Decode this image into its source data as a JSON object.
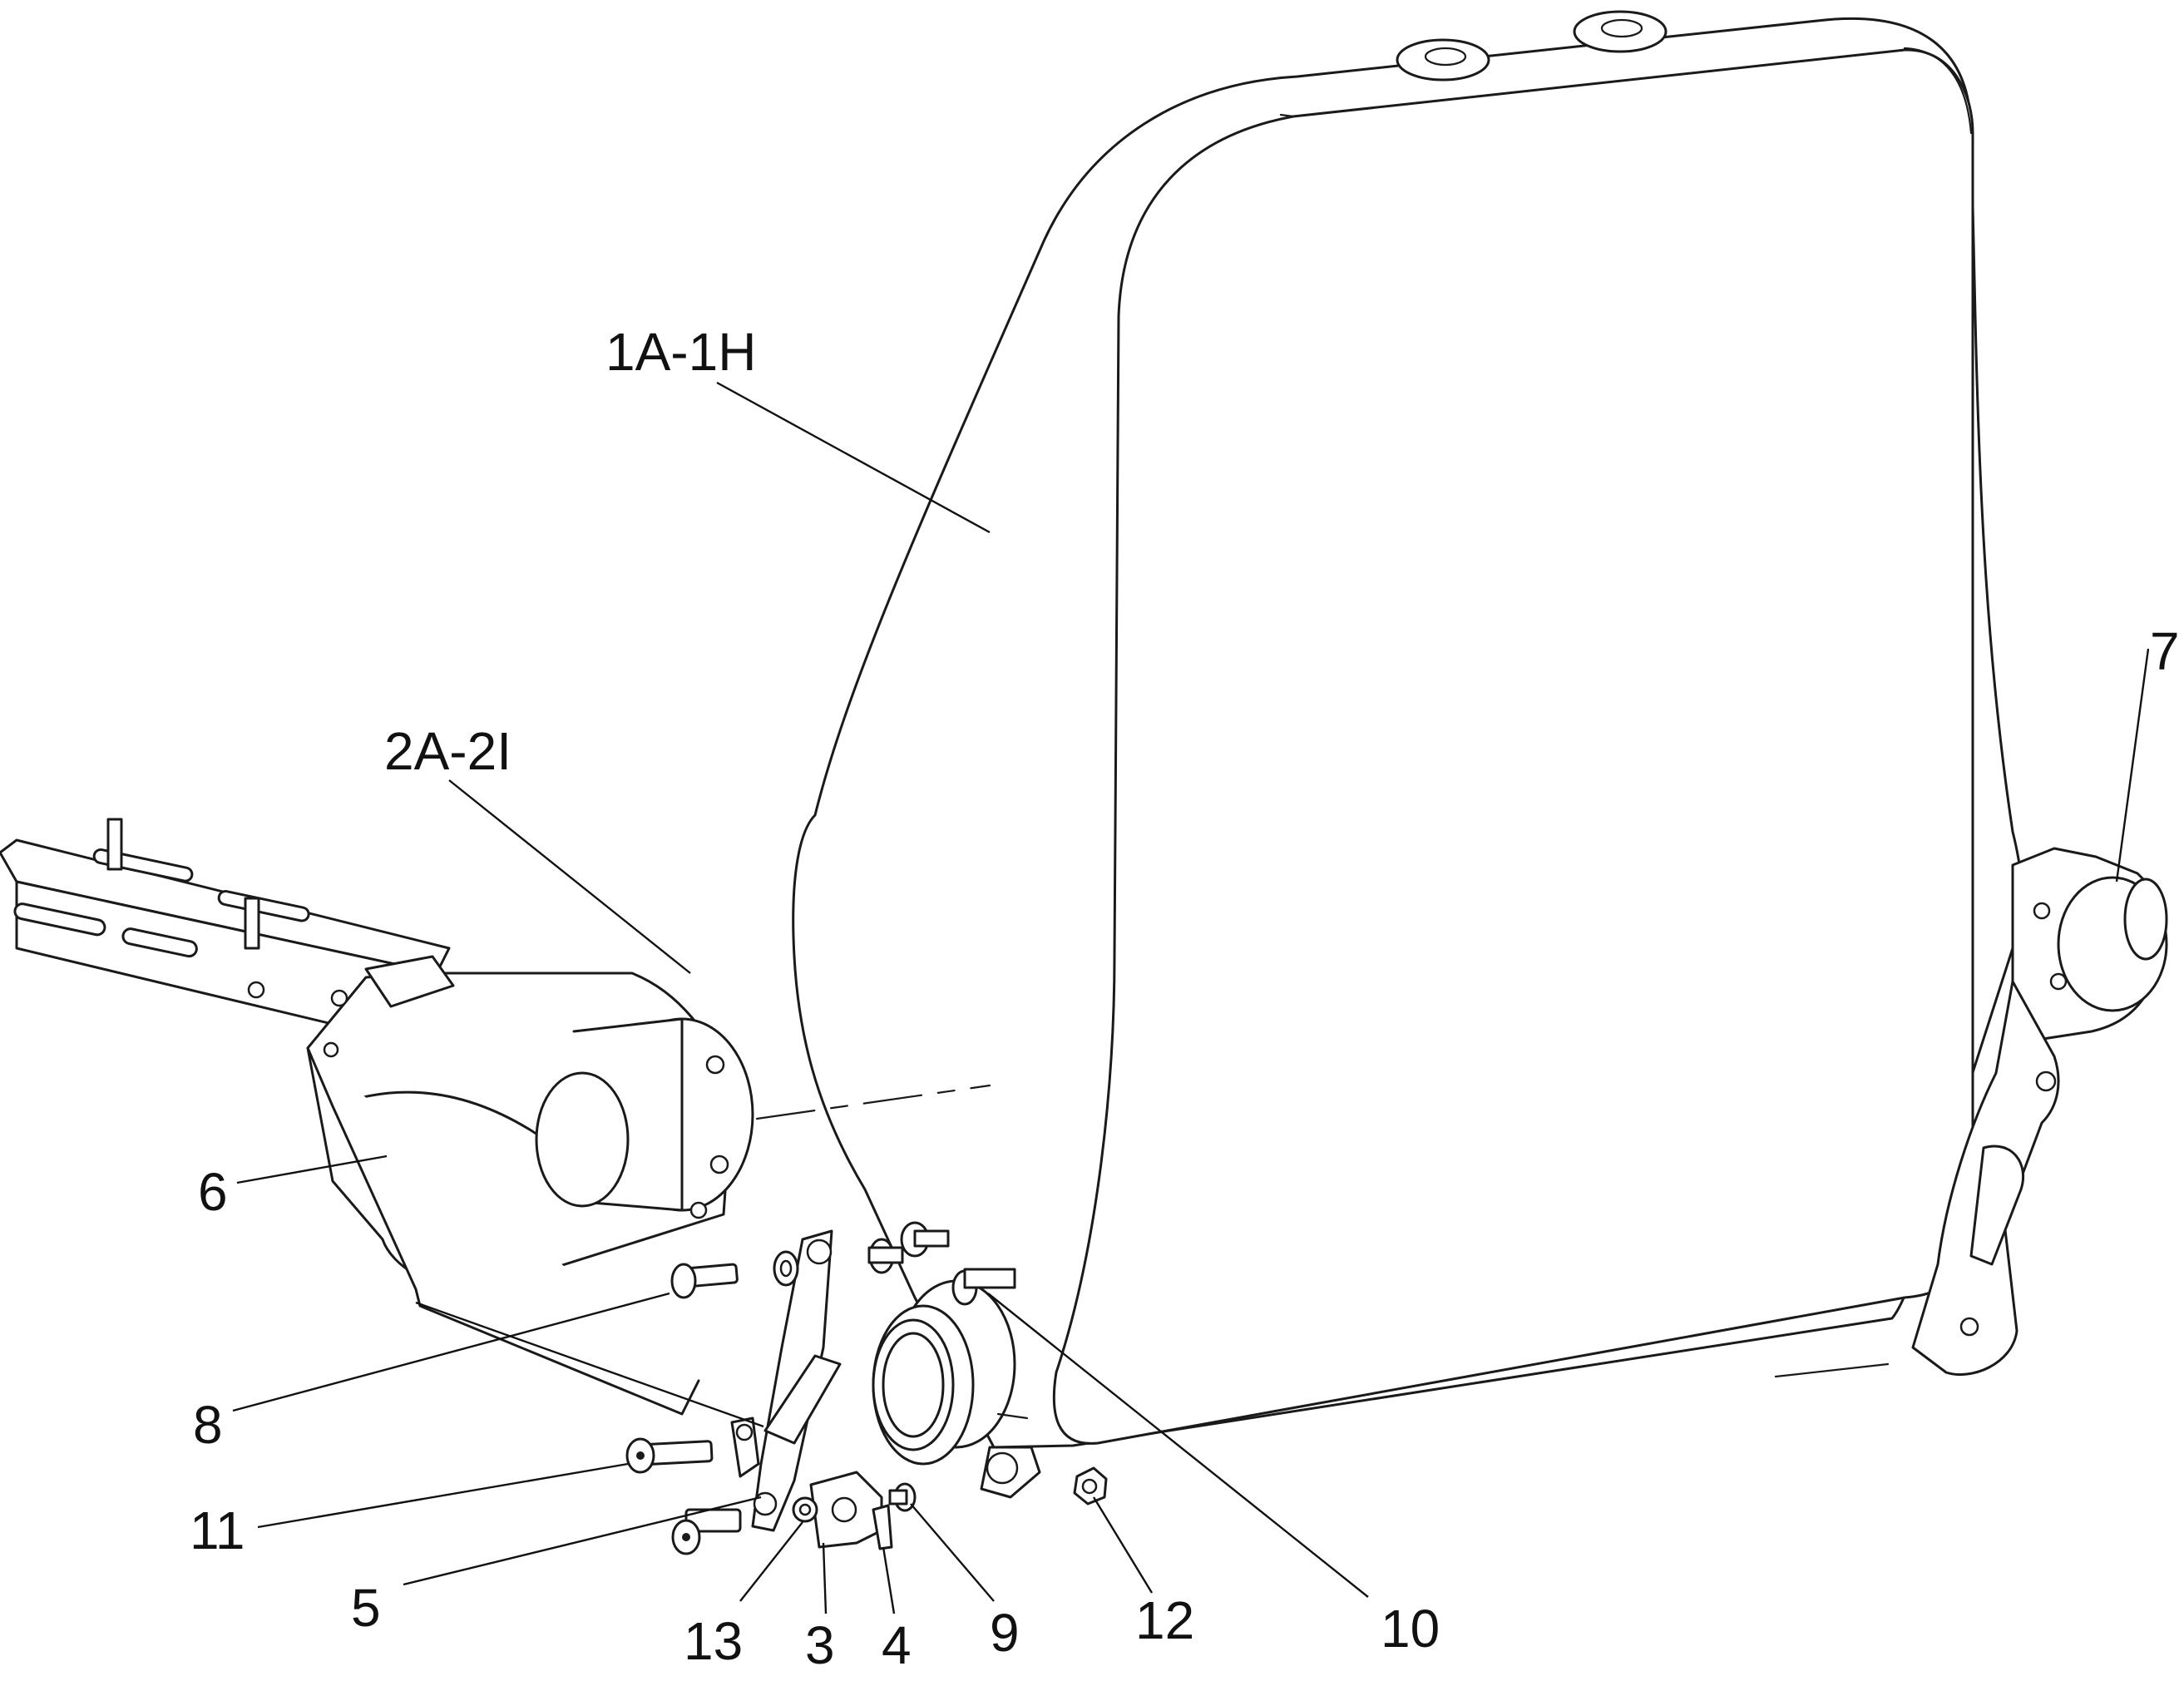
{
  "colors": {
    "line": "#1a1a1a",
    "background": "#ffffff"
  },
  "labels": {
    "backrest": "1A-1H",
    "mount_assembly": "2A-2I",
    "part_3": "3",
    "part_4": "4",
    "part_5": "5",
    "part_6": "6",
    "part_7": "7",
    "part_8": "8",
    "part_9": "9",
    "part_10": "10",
    "part_11": "11",
    "part_12": "12",
    "part_13": "13"
  }
}
